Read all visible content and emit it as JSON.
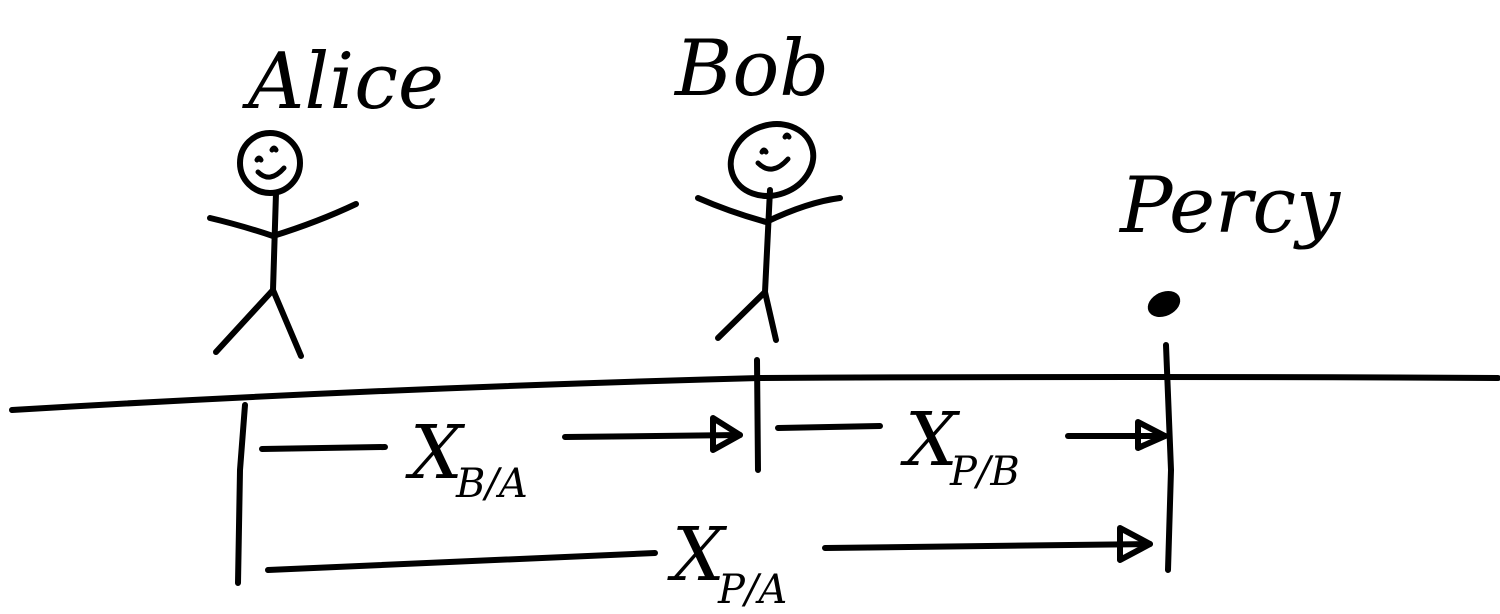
{
  "characters": {
    "alice": {
      "label": "Alice"
    },
    "bob": {
      "label": "Bob"
    },
    "percy": {
      "label": "Percy"
    }
  },
  "measurements": {
    "x_b_a": {
      "symbol": "X",
      "subscript": "B/A"
    },
    "x_p_b": {
      "symbol": "X",
      "subscript": "P/B"
    },
    "x_p_a": {
      "symbol": "X",
      "subscript": "P/A"
    }
  },
  "colors": {
    "ink": "#000000",
    "background": "#ffffff"
  }
}
